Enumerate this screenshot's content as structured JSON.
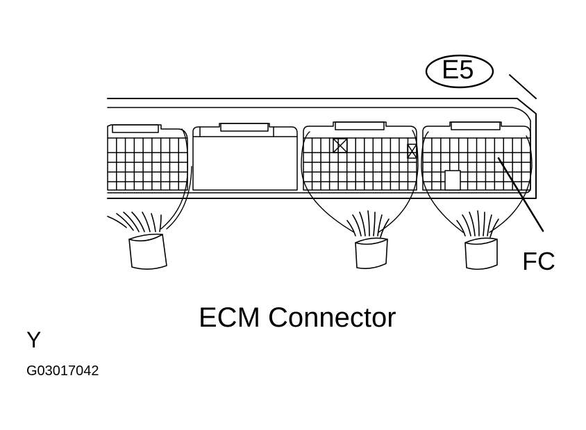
{
  "diagram": {
    "title": "ECM Connector",
    "connector_id": "E5",
    "terminal_label": "FC",
    "view_letter": "Y",
    "figure_code": "G03017042",
    "line_color": "#000000",
    "background": "#ffffff"
  }
}
